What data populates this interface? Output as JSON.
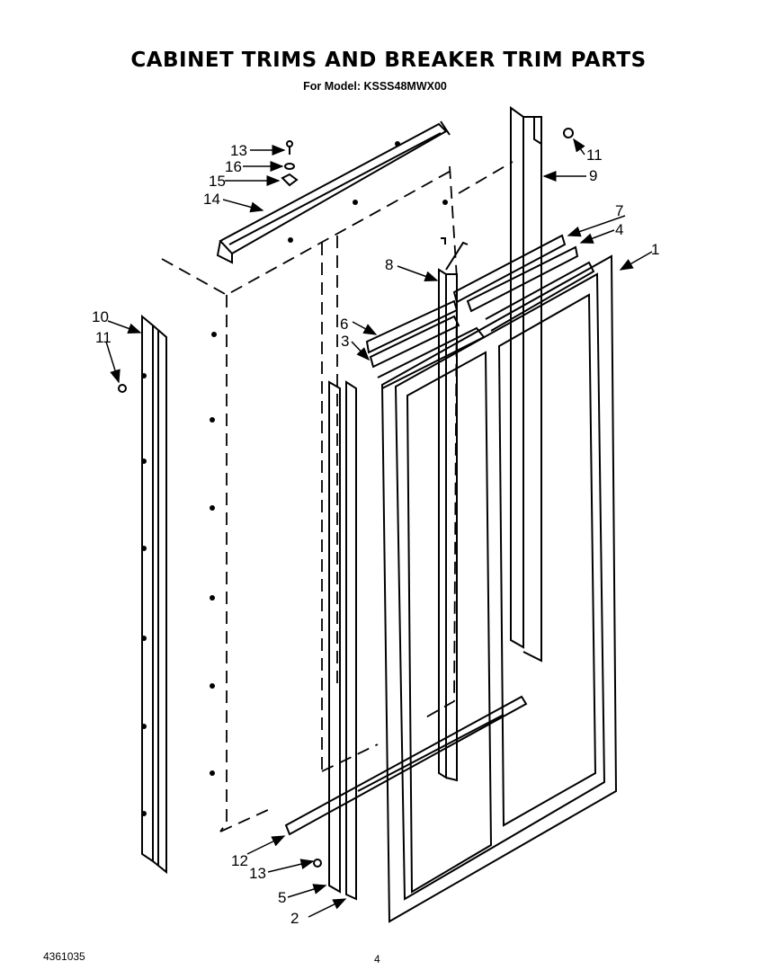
{
  "header": {
    "title": "CABINET TRIMS AND BREAKER TRIM PARTS",
    "subtitle": "For Model: KSSS48MWX00"
  },
  "footer": {
    "doc_number": "4361035",
    "page_number": "4"
  },
  "callouts": {
    "c1": "1",
    "c2": "2",
    "c3": "3",
    "c4": "4",
    "c5": "5",
    "c6": "6",
    "c7": "7",
    "c8": "8",
    "c9": "9",
    "c10": "10",
    "c11a": "11",
    "c11b": "11",
    "c12": "12",
    "c13a": "13",
    "c13b": "13",
    "c14": "14",
    "c15": "15",
    "c16": "16"
  }
}
